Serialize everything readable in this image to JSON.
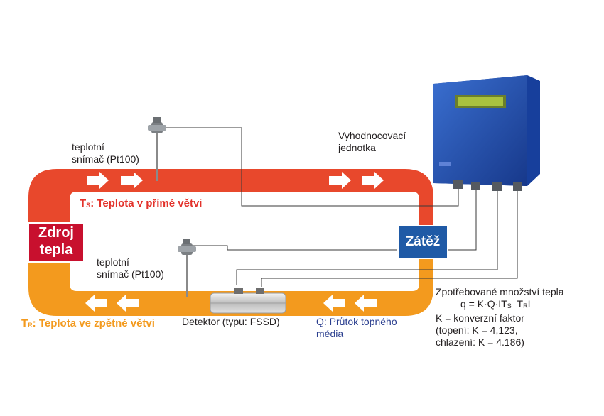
{
  "labels": {
    "sensor_supply_line1": "teplotní",
    "sensor_supply_line2": "snímač (Pt100)",
    "sensor_return_line1": "teplotní",
    "sensor_return_line2": "snímač (Pt100)",
    "supply_temp_T": "T",
    "supply_temp_sub": "S",
    "supply_temp_text": ": Teplota v přímé větvi",
    "return_temp_T": "T",
    "return_temp_sub": "R",
    "return_temp_text": ": Teplota ve zpětné větvi",
    "heat_source_line1": "Zdroj",
    "heat_source_line2": "tepla",
    "load": "Zátěž",
    "evaluation_unit_line1": "Vyhodnocovací",
    "evaluation_unit_line2": "jednotka",
    "detector": "Detektor (typu: FSSD)",
    "flow_line1": "Q: Průtok topného",
    "flow_line2": "média"
  },
  "formula": {
    "title": "Zpotřebované množství tepla",
    "equation_prefix": "q = K·Q·IT",
    "equation_sub1": "S",
    "equation_mid": "–T",
    "equation_sub2": "R",
    "equation_suffix": "I",
    "k_definition": "K = konverzní faktor",
    "heating": "(topení: K = 4,123,",
    "cooling": "chlazení: K = 4.186)"
  },
  "colors": {
    "supply_pipe": "#e8482c",
    "return_pipe": "#f39a1e",
    "heat_source_box": "#c8102e",
    "load_box": "#1f5aa6",
    "device_body": "#2350b0",
    "display": "#a9c23f"
  },
  "icons": [
    "flow-arrow-icon",
    "temperature-sensor-icon",
    "flow-detector-icon",
    "heat-meter-device-icon"
  ]
}
